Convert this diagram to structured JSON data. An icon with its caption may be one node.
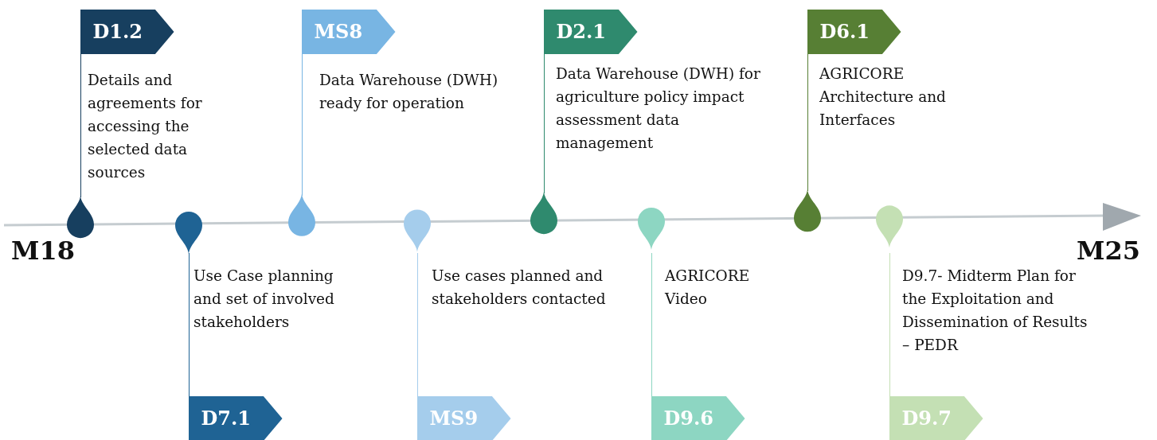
{
  "diagram": {
    "nodes": [
      {
        "text": [
          "D1.2",
          "Details and agreements for accessing the selected data sources"
        ]
      },
      {
        "text": [
          "Use Case planning and set of involved stakeholders",
          "D7.1"
        ]
      },
      {
        "text": [
          "MS8",
          "Data Warehouse (DWH) ready for operation"
        ]
      },
      {
        "text": [
          "Use cases planned and stakeholders contacted",
          "MS9"
        ]
      },
      {
        "text": [
          "D2.1",
          "Data Warehouse (DWH) for agriculture policy impact assessment data management"
        ]
      },
      {
        "text": [
          "AGRICORE Video",
          "D9.6"
        ]
      },
      {
        "text": [
          "D6.1",
          "AGRICORE Architecture and Interfaces"
        ]
      },
      {
        "text": [
          "D9.7- Midterm Plan for the Exploitation and Dissemination of Results – PEDR",
          "D9.7"
        ]
      }
    ],
    "labels": [
      "M18",
      "M25"
    ]
  }
}
